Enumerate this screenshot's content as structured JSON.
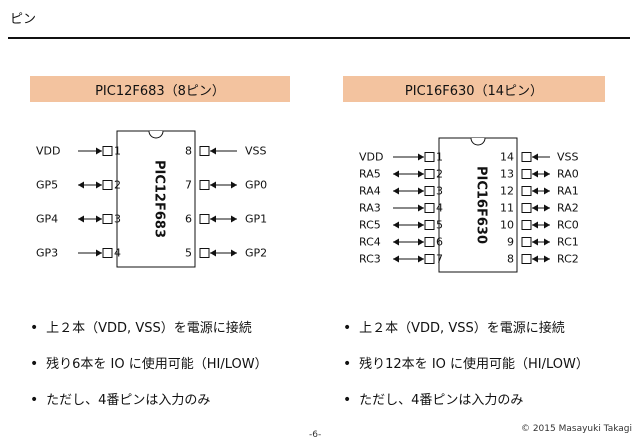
{
  "page": {
    "title": "ピン",
    "page_number": "-6-",
    "copyright": "© 2015 Masayuki Takagi"
  },
  "left": {
    "header": "PIC12F683（8ピン）",
    "chip_name": "PIC12F683",
    "pins_left": [
      {
        "num": "1",
        "label": "VDD",
        "dir": "in"
      },
      {
        "num": "2",
        "label": "GP5",
        "dir": "both"
      },
      {
        "num": "3",
        "label": "GP4",
        "dir": "both"
      },
      {
        "num": "4",
        "label": "GP3",
        "dir": "in"
      }
    ],
    "pins_right": [
      {
        "num": "8",
        "label": "VSS",
        "dir": "in"
      },
      {
        "num": "7",
        "label": "GP0",
        "dir": "both"
      },
      {
        "num": "6",
        "label": "GP1",
        "dir": "both"
      },
      {
        "num": "5",
        "label": "GP2",
        "dir": "both"
      }
    ],
    "bullets": [
      "上２本（VDD, VSS）を電源に接続",
      "残り6本を IO に使用可能（HI/LOW）",
      "ただし、4番ピンは入力のみ"
    ]
  },
  "right": {
    "header": "PIC16F630（14ピン）",
    "chip_name": "PIC16F630",
    "pins_left": [
      {
        "num": "1",
        "label": "VDD",
        "dir": "in"
      },
      {
        "num": "2",
        "label": "RA5",
        "dir": "both"
      },
      {
        "num": "3",
        "label": "RA4",
        "dir": "both"
      },
      {
        "num": "4",
        "label": "RA3",
        "dir": "in"
      },
      {
        "num": "5",
        "label": "RC5",
        "dir": "both"
      },
      {
        "num": "6",
        "label": "RC4",
        "dir": "both"
      },
      {
        "num": "7",
        "label": "RC3",
        "dir": "both"
      }
    ],
    "pins_right": [
      {
        "num": "14",
        "label": "VSS",
        "dir": "in"
      },
      {
        "num": "13",
        "label": "RA0",
        "dir": "both"
      },
      {
        "num": "12",
        "label": "RA1",
        "dir": "both"
      },
      {
        "num": "11",
        "label": "RA2",
        "dir": "both"
      },
      {
        "num": "10",
        "label": "RC0",
        "dir": "both"
      },
      {
        "num": "9",
        "label": "RC1",
        "dir": "both"
      },
      {
        "num": "8",
        "label": "RC2",
        "dir": "both"
      }
    ],
    "bullets": [
      "上２本（VDD, VSS）を電源に接続",
      "残り12本を IO に使用可能（HI/LOW）",
      "ただし、4番ピンは入力のみ"
    ]
  }
}
